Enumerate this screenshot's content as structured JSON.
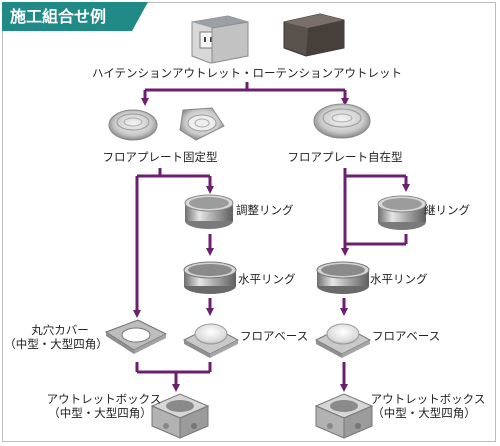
{
  "title": "施工組合せ例",
  "outlets_label": "ハイテンションアウトレット・ローテンションアウトレット",
  "left": {
    "plate_label": "フロアプレート固定型",
    "adjust_ring_label": "調整リング",
    "horizontal_ring_label": "水平リング",
    "round_cover_label_line1": "丸穴カバー",
    "round_cover_label_line2": "（中型・大型四角）",
    "floor_base_label": "フロアベース",
    "box_label_line1": "アウトレットボックス",
    "box_label_line2": "（中型・大型四角）"
  },
  "right": {
    "plate_label": "フロアプレート自在型",
    "joint_ring_label": "継リング",
    "horizontal_ring_label": "水平リング",
    "floor_base_label": "フロアベース",
    "box_label_line1": "アウトレットボックス",
    "box_label_line2": "（中型・大型四角）"
  },
  "colors": {
    "accent": "#1f8a86",
    "arrow": "#6b1f6e"
  }
}
